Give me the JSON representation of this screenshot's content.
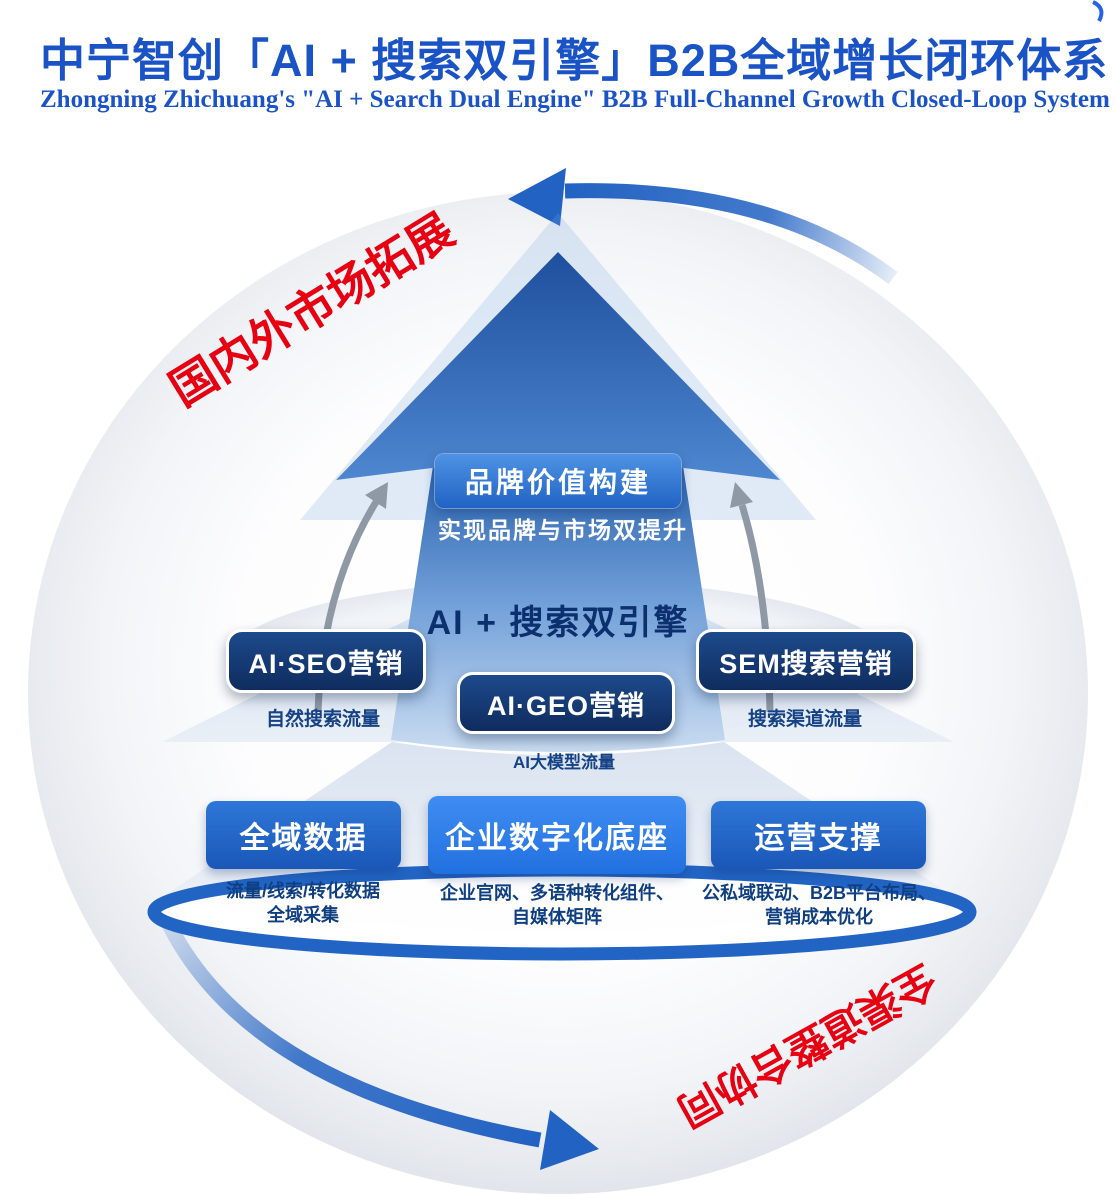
{
  "header": {
    "title": "中宁智创「AI + 搜索双引擎」B2B全域增长闭环体系",
    "subtitle": "Zhongning Zhichuang's \"AI + Search Dual Engine\" B2B Full-Channel Growth Closed-Loop System"
  },
  "cycle": {
    "top_left_label": "国内外市场拓展",
    "bottom_right_label": "全渠道整合协同"
  },
  "pyramid": {
    "peak": {
      "title": "品牌价值构建",
      "subtitle": "实现品牌与市场双提升"
    },
    "core_title": "AI + 搜索双引擎",
    "engines": [
      {
        "label": "AI·SEO营销",
        "flow": "自然搜索流量"
      },
      {
        "label": "AI·GEO营销",
        "flow": "AI大模型流量"
      },
      {
        "label": "SEM搜索营销",
        "flow": "搜索渠道流量"
      }
    ],
    "foundation": [
      {
        "label": "全域数据",
        "desc1": "流量/线索/转化数据",
        "desc2": "全域采集"
      },
      {
        "label": "企业数字化底座",
        "desc1": "企业官网、多语种转化组件、",
        "desc2": "自媒体矩阵"
      },
      {
        "label": "运营支撑",
        "desc1": "公私域联动、B2B平台布局、",
        "desc2": "营销成本优化"
      }
    ]
  },
  "colors": {
    "title_blue": "#1a53c6",
    "cycle_red": "#e60012",
    "arrow_blue": "#2262c2",
    "pill_navy": "#0f2c5e",
    "base_blue": "#2170e0"
  }
}
